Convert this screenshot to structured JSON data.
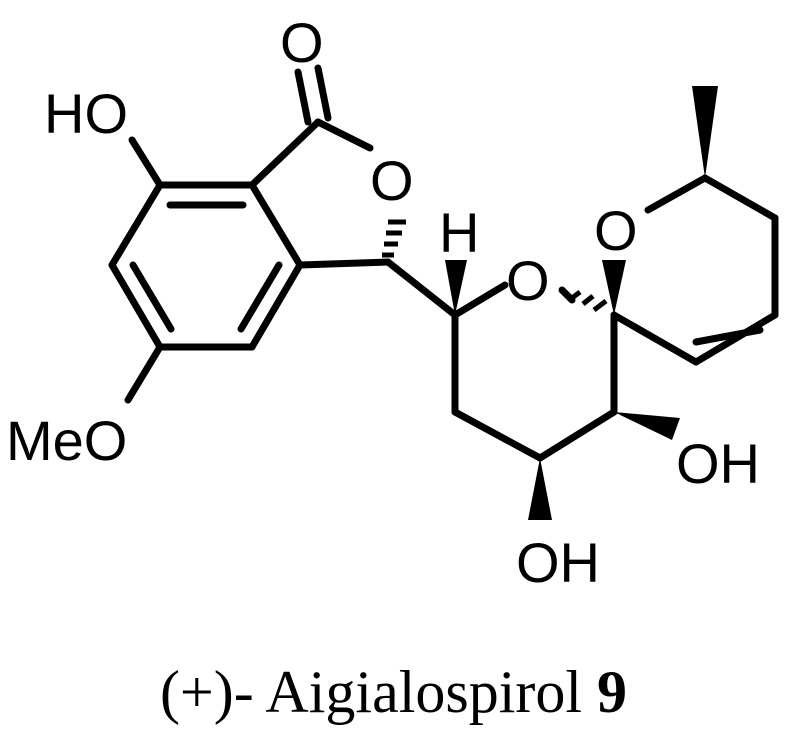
{
  "molecule": {
    "caption": {
      "prefix": "(+)- Aigialospirol",
      "number": "9"
    },
    "atom_labels": {
      "carbonyl_o": "O",
      "phenol_oh": "HO",
      "lactone_o": "O",
      "ring_h": "H",
      "pyran_o": "O",
      "spiro_o": "O",
      "methoxy": "MeO",
      "diol_oh_right": "OH",
      "diol_oh_bottom": "OH"
    }
  }
}
